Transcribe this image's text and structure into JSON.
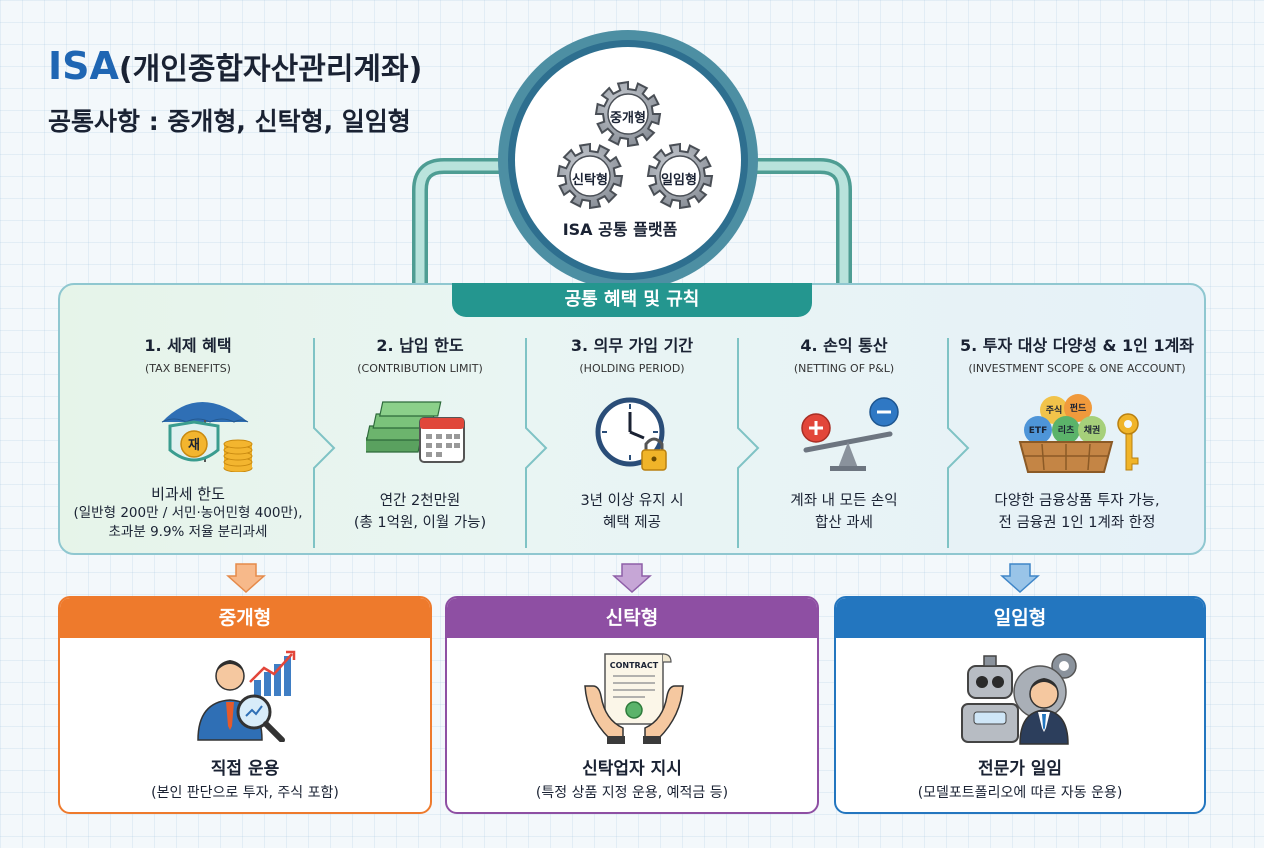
{
  "title": {
    "isa": "ISA",
    "rest": "(개인종합자산관리계좌)"
  },
  "subtitle": "공통사항 : 중개형, 신탁형, 일임형",
  "platform": {
    "label": "ISA 공통 플랫폼",
    "gears": [
      "중개형",
      "신탁형",
      "일임형"
    ]
  },
  "common": {
    "header": "공통 혜택 및 규칙",
    "columns": [
      {
        "title": "1. 세제 혜택",
        "sub": "(TAX BENEFITS)",
        "icon_text": "재",
        "desc": [
          "비과세 한도",
          "(일반형 200만 / 서민·농어민형 400만),",
          "초과분 9.9% 저율 분리과세"
        ]
      },
      {
        "title": "2. 납입 한도",
        "sub": "(CONTRIBUTION LIMIT)",
        "desc": [
          "연간 2천만원",
          "(총 1억원, 이월 가능)"
        ]
      },
      {
        "title": "3. 의무 가입 기간",
        "sub": "(HOLDING PERIOD)",
        "desc": [
          "3년 이상 유지 시",
          "혜택 제공"
        ]
      },
      {
        "title": "4. 손익 통산",
        "sub": "(NETTING OF P&L)",
        "desc": [
          "계좌 내 모든 손익",
          "합산 과세"
        ]
      },
      {
        "title": "5. 투자 대상 다양성 & 1인 1계좌",
        "sub": "(INVESTMENT SCOPE & ONE ACCOUNT)",
        "basket": [
          "주식",
          "펀드",
          "ETF",
          "리츠",
          "채권"
        ],
        "desc": [
          "다양한 금융상품 투자 가능,",
          "전 금융권 1인 1계좌 한정"
        ]
      }
    ]
  },
  "types": [
    {
      "name": "중개형",
      "main": "직접 운용",
      "note": "(본인 판단으로 투자, 주식 포함)",
      "color": "#ee7a2c"
    },
    {
      "name": "신탁형",
      "main": "신탁업자 지시",
      "note": "(특정 상품 지정 운용, 예적금 등)",
      "color": "#8e4fa3",
      "doc_label": "CONTRACT"
    },
    {
      "name": "일임형",
      "main": "전문가 일임",
      "note": "(모델포트폴리오에 따른 자동 운용)",
      "color": "#2376bf"
    }
  ],
  "colors": {
    "accent": "#24968f",
    "title_blue": "#1f66b3"
  }
}
